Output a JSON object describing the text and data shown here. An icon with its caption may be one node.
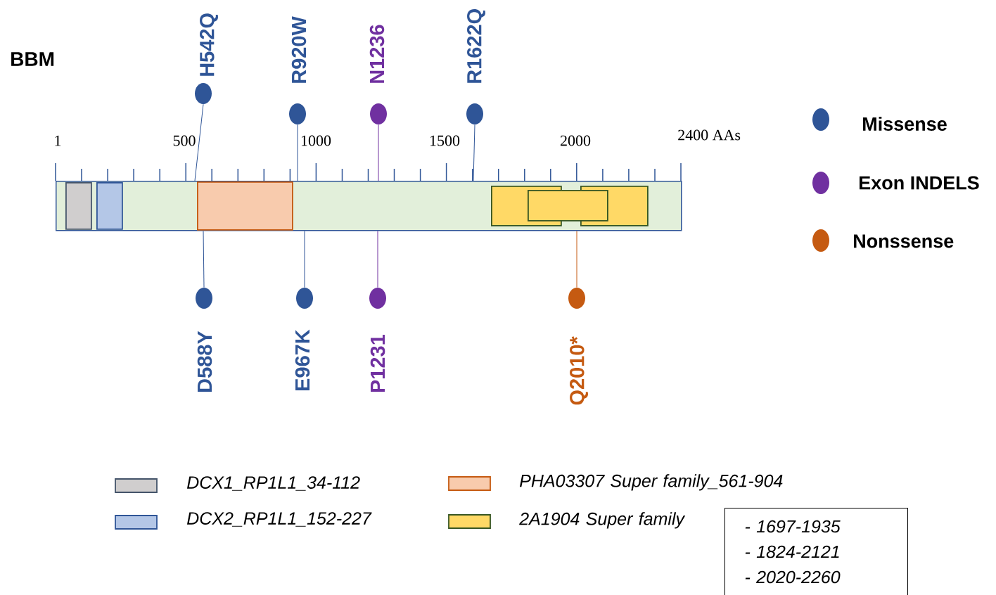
{
  "diagram": {
    "nodes": [
      {
        "text": [],
        "shape": "bar"
      },
      {
        "text": [],
        "shape": "box",
        "in": 0
      },
      {
        "text": [],
        "shape": "box",
        "in": 0
      },
      {
        "text": [],
        "shape": "box",
        "in": 0
      },
      {
        "text": [],
        "shape": "box",
        "in": 0
      },
      {
        "text": [],
        "shape": "box",
        "in": 0
      },
      {
        "text": [],
        "shape": "box",
        "in": 0
      },
      {
        "text": [],
        "shape": "circle",
        "beside": [
          "H542Q"
        ]
      },
      {
        "text": [],
        "shape": "circle",
        "beside": [
          "R920W"
        ]
      },
      {
        "text": [],
        "shape": "circle",
        "beside": [
          "N1236"
        ]
      },
      {
        "text": [],
        "shape": "circle",
        "beside": [
          "R1622Q"
        ]
      },
      {
        "text": [],
        "shape": "circle",
        "beside": [
          "D588Y"
        ]
      },
      {
        "text": [],
        "shape": "circle",
        "beside": [
          "E967K"
        ]
      },
      {
        "text": [],
        "shape": "circle",
        "beside": [
          "P1231"
        ]
      },
      {
        "text": [],
        "shape": "circle",
        "beside": [
          "Q2010*"
        ]
      },
      {
        "text": [
          "- 1697-1935",
          "- 1824-2121",
          "- 2020-2260"
        ]
      }
    ],
    "edges": [
      {
        "from": 7,
        "to": 0,
        "arrow": "none"
      },
      {
        "from": 8,
        "to": 0,
        "arrow": "none"
      },
      {
        "from": 9,
        "to": 0,
        "arrow": "none",
        "color": "#7030a0"
      },
      {
        "from": 10,
        "to": 0,
        "arrow": "none"
      },
      {
        "from": 11,
        "to": 0,
        "arrow": "none"
      },
      {
        "from": 12,
        "to": 0,
        "arrow": "none"
      },
      {
        "from": 13,
        "to": 0,
        "arrow": "none",
        "color": "#7030a0"
      },
      {
        "from": 14,
        "to": 0,
        "arrow": "none",
        "color": "#c55a11"
      }
    ],
    "labels": [
      "BBM",
      "1",
      "500",
      "1000",
      "1500",
      "2000",
      "2400 AAs"
    ],
    "legend": [
      {
        "text": "Missense",
        "color": "#2f5597"
      },
      {
        "text": "Exon INDELS",
        "color": "#7030a0"
      },
      {
        "text": "Nonssense",
        "color": "#c55a11"
      },
      {
        "text": "DCX1_RP1L1_34-112",
        "color": "#d0cece"
      },
      {
        "text": "DCX2_RP1L1_152-227",
        "color": "#b4c7e7"
      },
      {
        "text": "PHA03307 Super family_561-904",
        "color": "#f8cbad"
      },
      {
        "text": "2A1904 Super family",
        "color": "#ffd966"
      }
    ]
  }
}
